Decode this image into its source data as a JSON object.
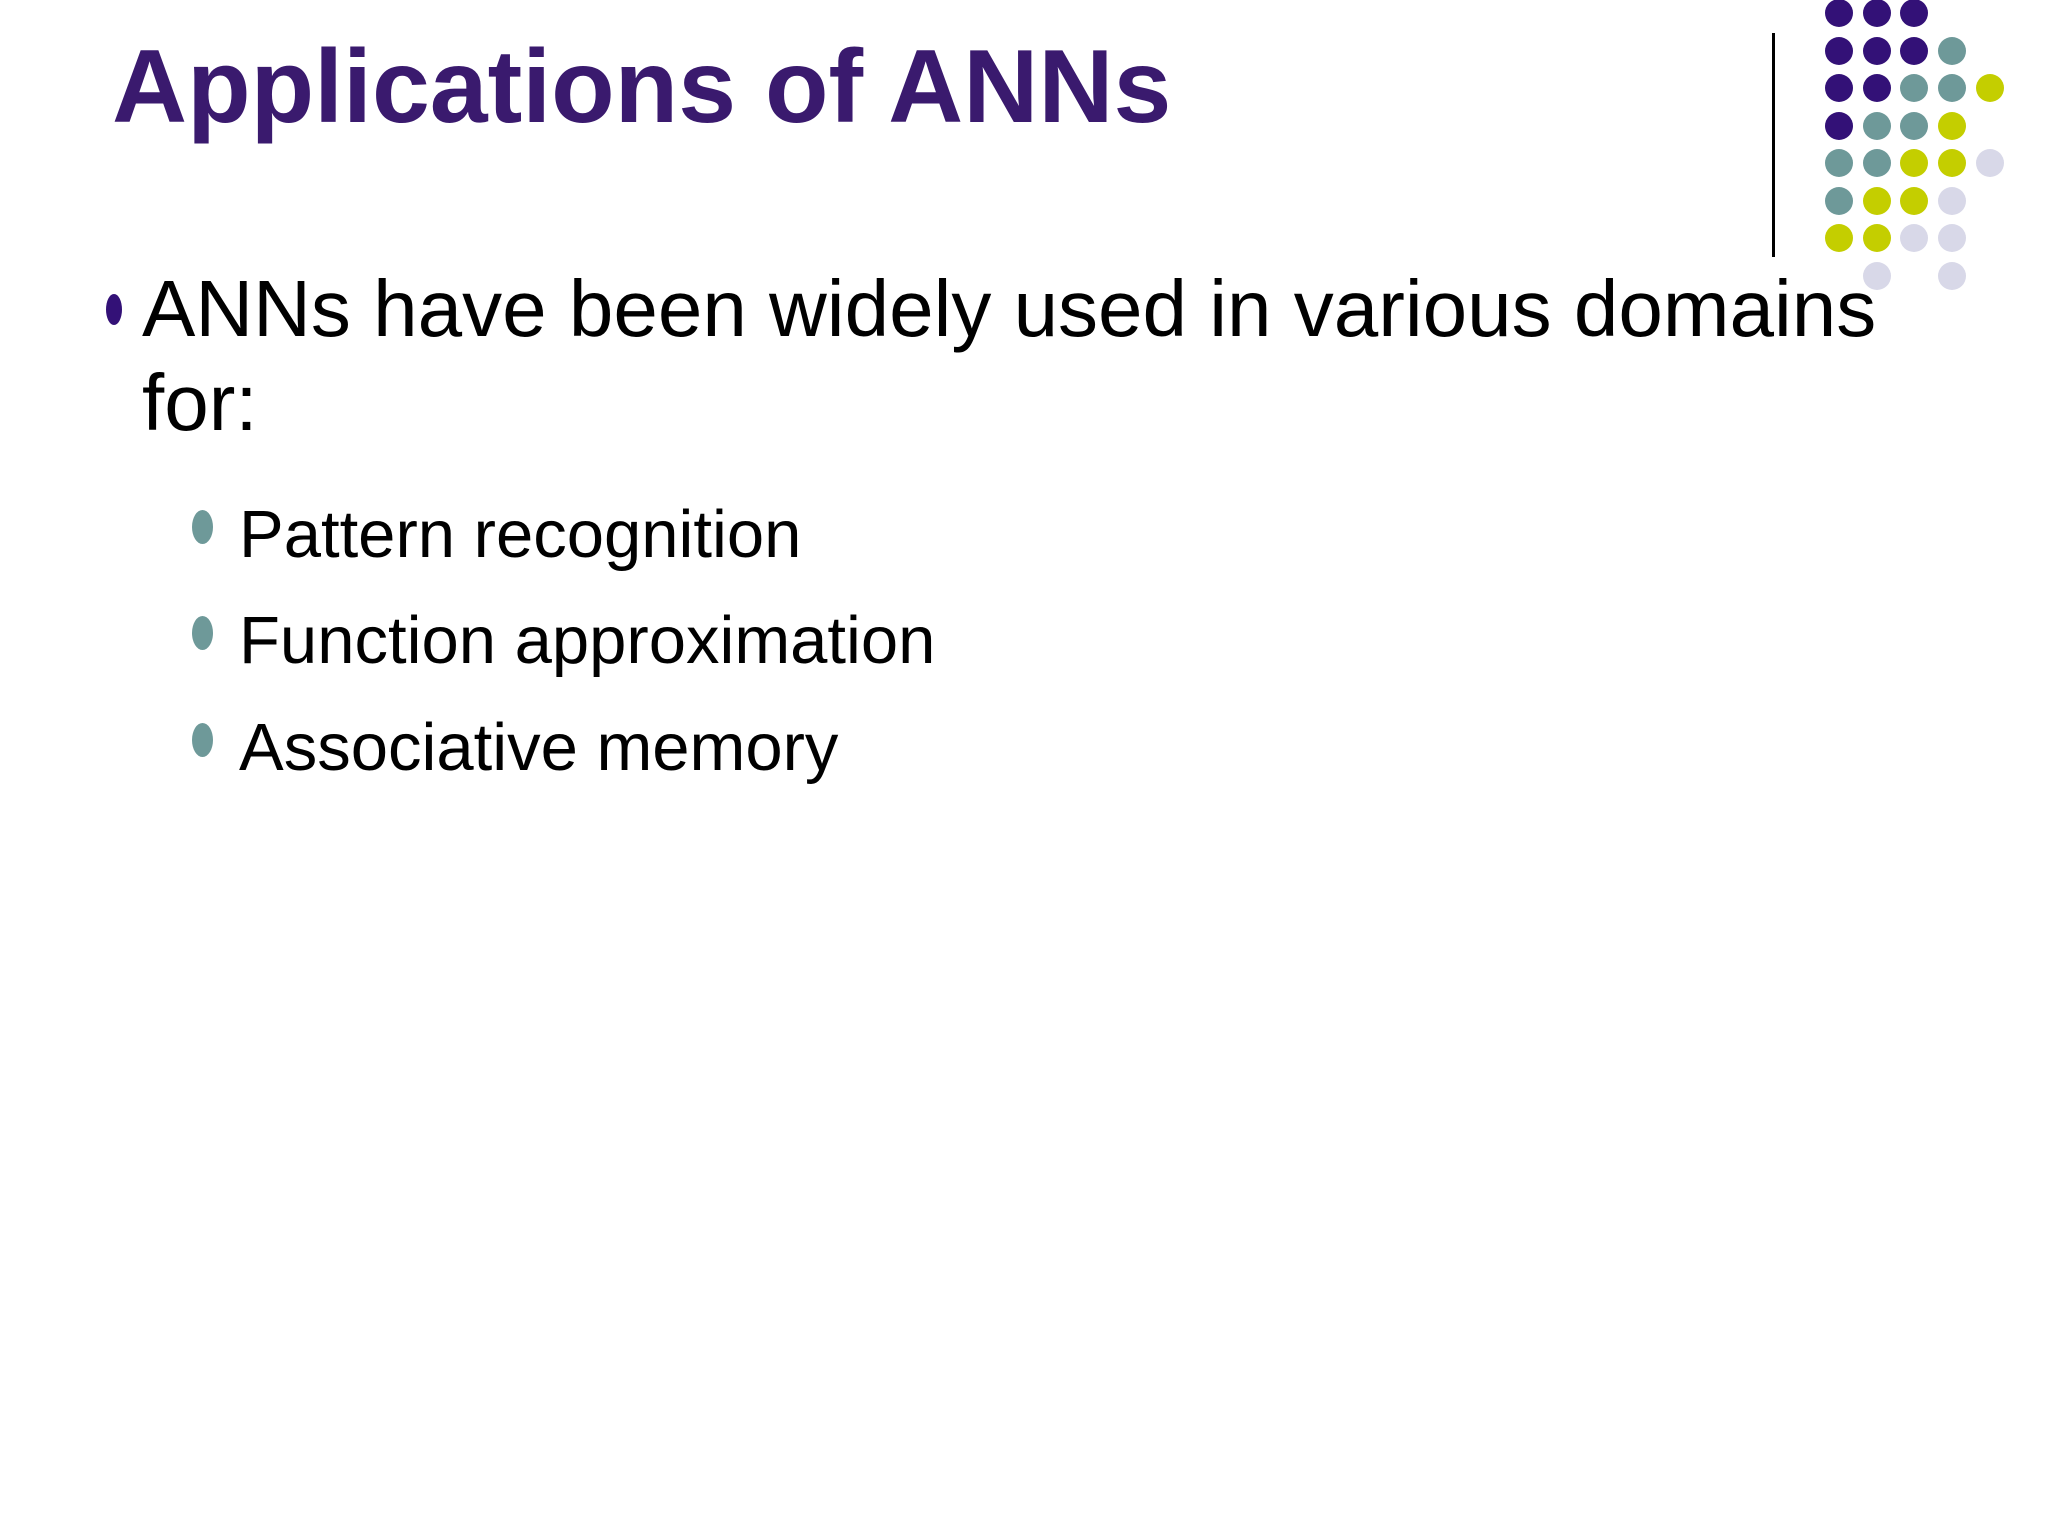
{
  "slide": {
    "title": "Applications of ANNs",
    "bullet": {
      "text": "ANNs have been widely used in various domains\nfor:",
      "sub_items": [
        "Pattern recognition",
        "Function approximation",
        "Associative memory"
      ]
    }
  },
  "colors": {
    "title": "#3A1A6E",
    "body_text": "#000000",
    "main_bullet": "#331177",
    "sub_bullet": "#6E9999",
    "divider_line": "#000000"
  },
  "decoration": {
    "palette": {
      "P": "#331177",
      "T": "#6E9999",
      "Y": "#C4CE00",
      "L": "#D8D8E8"
    },
    "grid": [
      [
        "P",
        "P",
        "P",
        null,
        null
      ],
      [
        "P",
        "P",
        "P",
        "T",
        null
      ],
      [
        "P",
        "P",
        "T",
        "T",
        "Y"
      ],
      [
        "P",
        "T",
        "T",
        "Y",
        null
      ],
      [
        "T",
        "T",
        "Y",
        "Y",
        "L"
      ],
      [
        "T",
        "Y",
        "Y",
        "L",
        null
      ],
      [
        "Y",
        "Y",
        "L",
        "L",
        null
      ],
      [
        null,
        "L",
        null,
        "L",
        null
      ]
    ]
  }
}
